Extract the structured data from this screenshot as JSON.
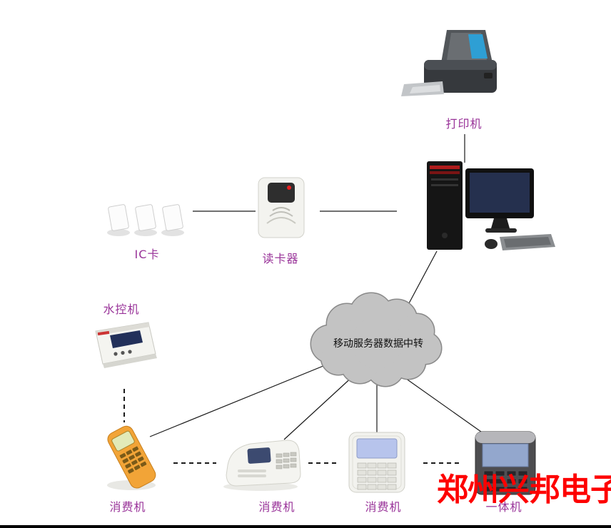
{
  "diagram": {
    "printer": {
      "label": "打印机"
    },
    "ic_cards": {
      "label": "IC卡"
    },
    "card_reader": {
      "label": "读卡器"
    },
    "water_controller": {
      "label": "水控机"
    },
    "cloud": {
      "label": "移动服务器数据中转"
    },
    "pos1": {
      "label": "消费机"
    },
    "pos2": {
      "label": "消费机"
    },
    "pos3": {
      "label": "消费机"
    },
    "pos4": {
      "label": "一体机"
    },
    "watermark": "郑州兴邦电子",
    "colors": {
      "label_text": "#993399",
      "watermark_text": "#fe0000",
      "cloud_fill": "#c3c3c3",
      "cloud_stroke": "#8a8a8a",
      "background": "#ffffff"
    }
  }
}
